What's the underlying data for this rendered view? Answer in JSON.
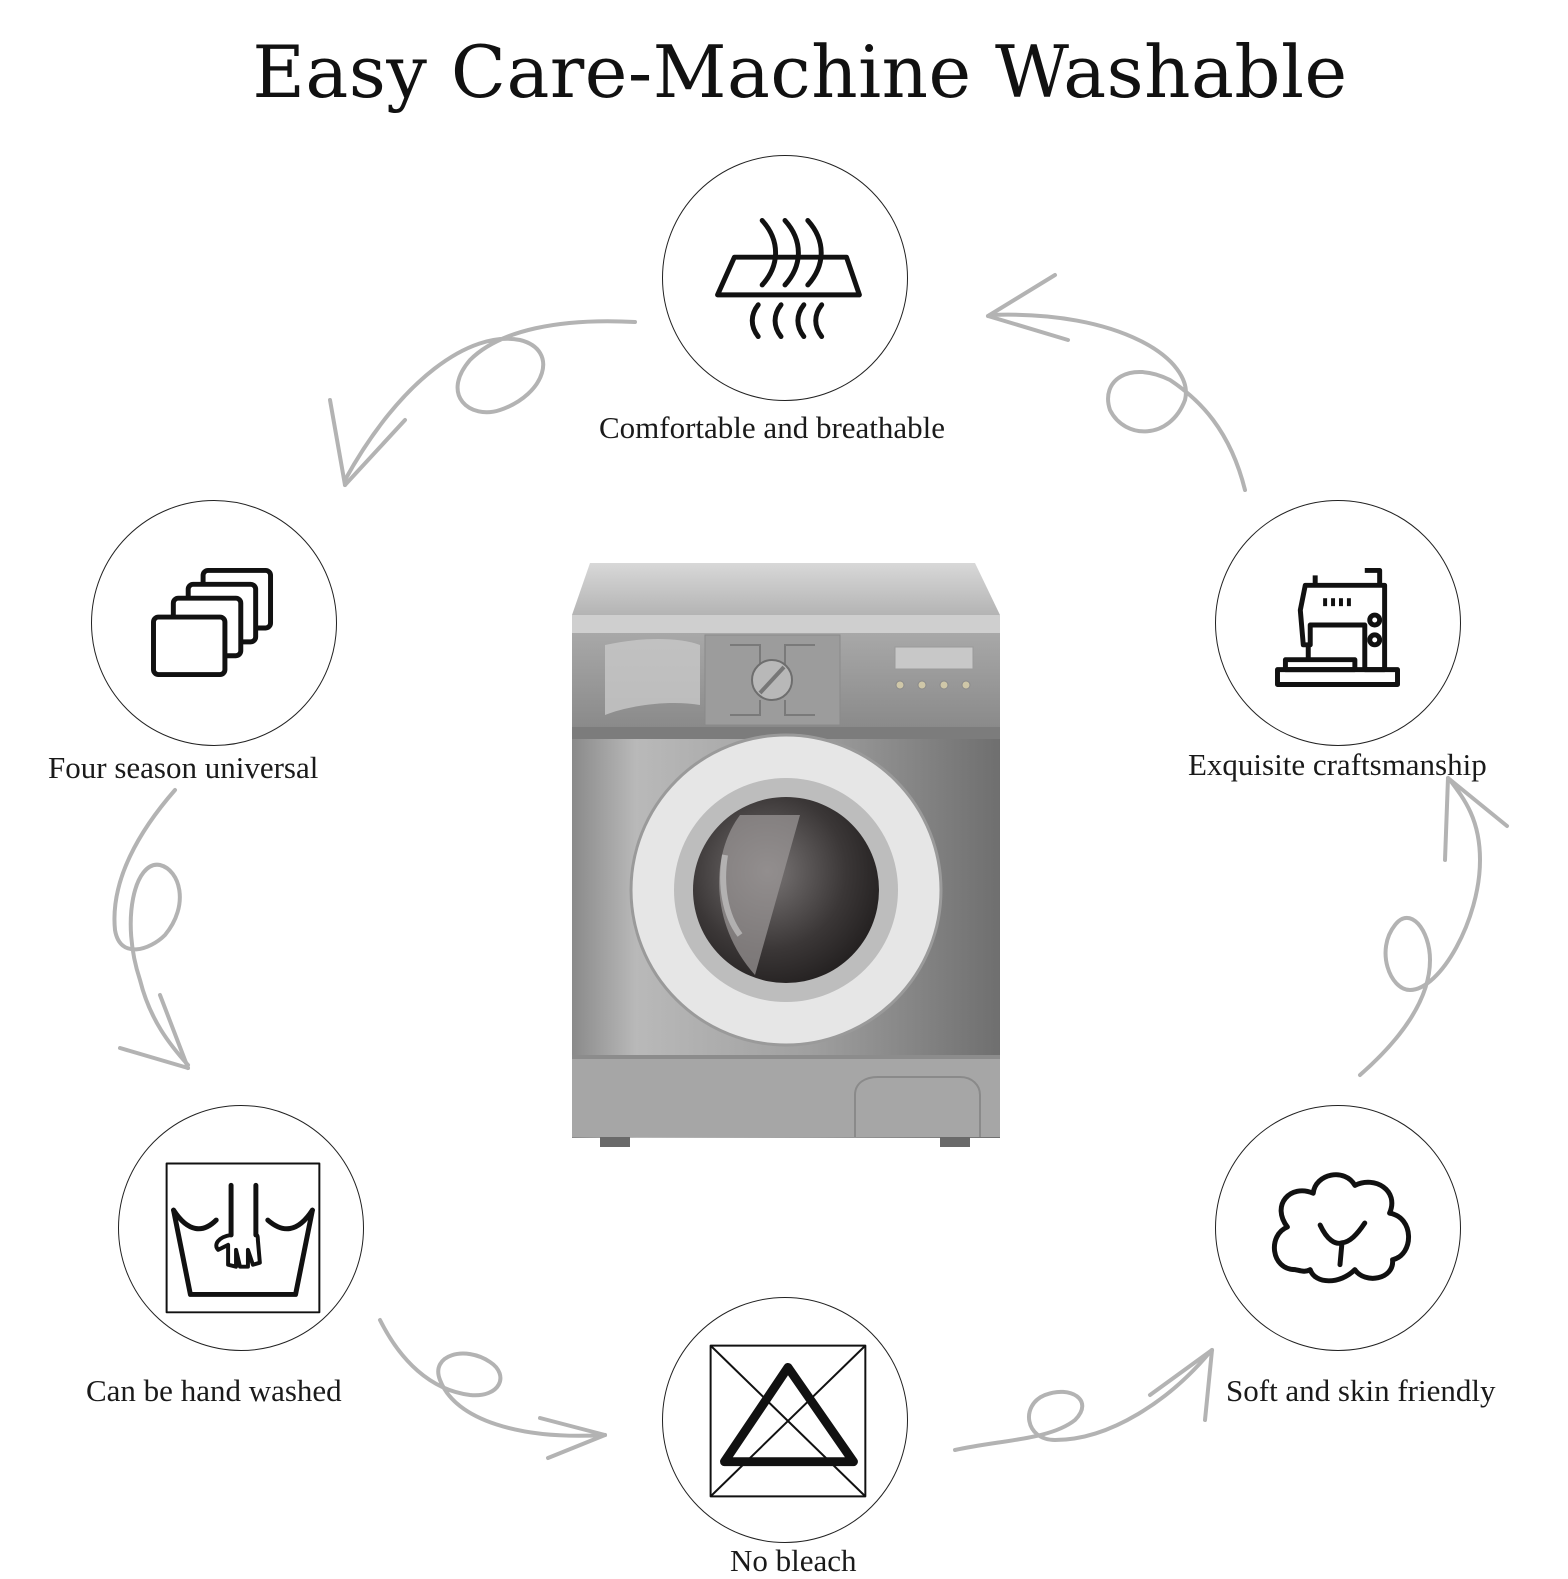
{
  "title": "Easy Care-Machine Washable",
  "features": [
    {
      "label": "Comfortable and breathable",
      "icon": "breathable-fabric-icon"
    },
    {
      "label": "Exquisite craftsmanship",
      "icon": "sewing-machine-icon"
    },
    {
      "label": "Soft and skin friendly",
      "icon": "cotton-icon"
    },
    {
      "label": "No bleach",
      "icon": "no-bleach-icon"
    },
    {
      "label": "Can be hand washed",
      "icon": "hand-wash-icon"
    },
    {
      "label": "Four season universal",
      "icon": "layers-icon"
    }
  ],
  "colors": {
    "arrow": "#b5b5b5",
    "outline": "#222222",
    "machine": "#9a9a9a"
  }
}
